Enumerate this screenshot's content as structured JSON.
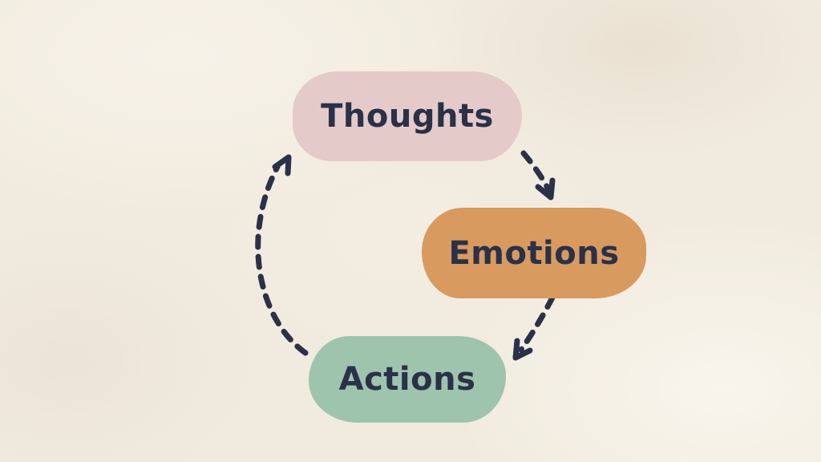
{
  "diagram": {
    "type": "cycle",
    "background_color": "#f1ebdf",
    "arrow_color": "#2a3148",
    "text_color": "#2a3148",
    "nodes": [
      {
        "id": "thoughts",
        "label": "Thoughts",
        "fill": "#e5caca",
        "shape": "organic-pill"
      },
      {
        "id": "emotions",
        "label": "Emotions",
        "fill": "#d89a5f",
        "shape": "organic-pill"
      },
      {
        "id": "actions",
        "label": "Actions",
        "fill": "#9ec4ae",
        "shape": "organic-pill"
      }
    ],
    "edges": [
      {
        "from": "thoughts",
        "to": "emotions",
        "style": "dashed",
        "arrowhead": true,
        "path": "short-curve-down-right"
      },
      {
        "from": "emotions",
        "to": "actions",
        "style": "dashed",
        "arrowhead": true,
        "path": "short-curve-down-left"
      },
      {
        "from": "actions",
        "to": "thoughts",
        "style": "dashed",
        "arrowhead": true,
        "path": "long-left-arc-up"
      }
    ]
  }
}
